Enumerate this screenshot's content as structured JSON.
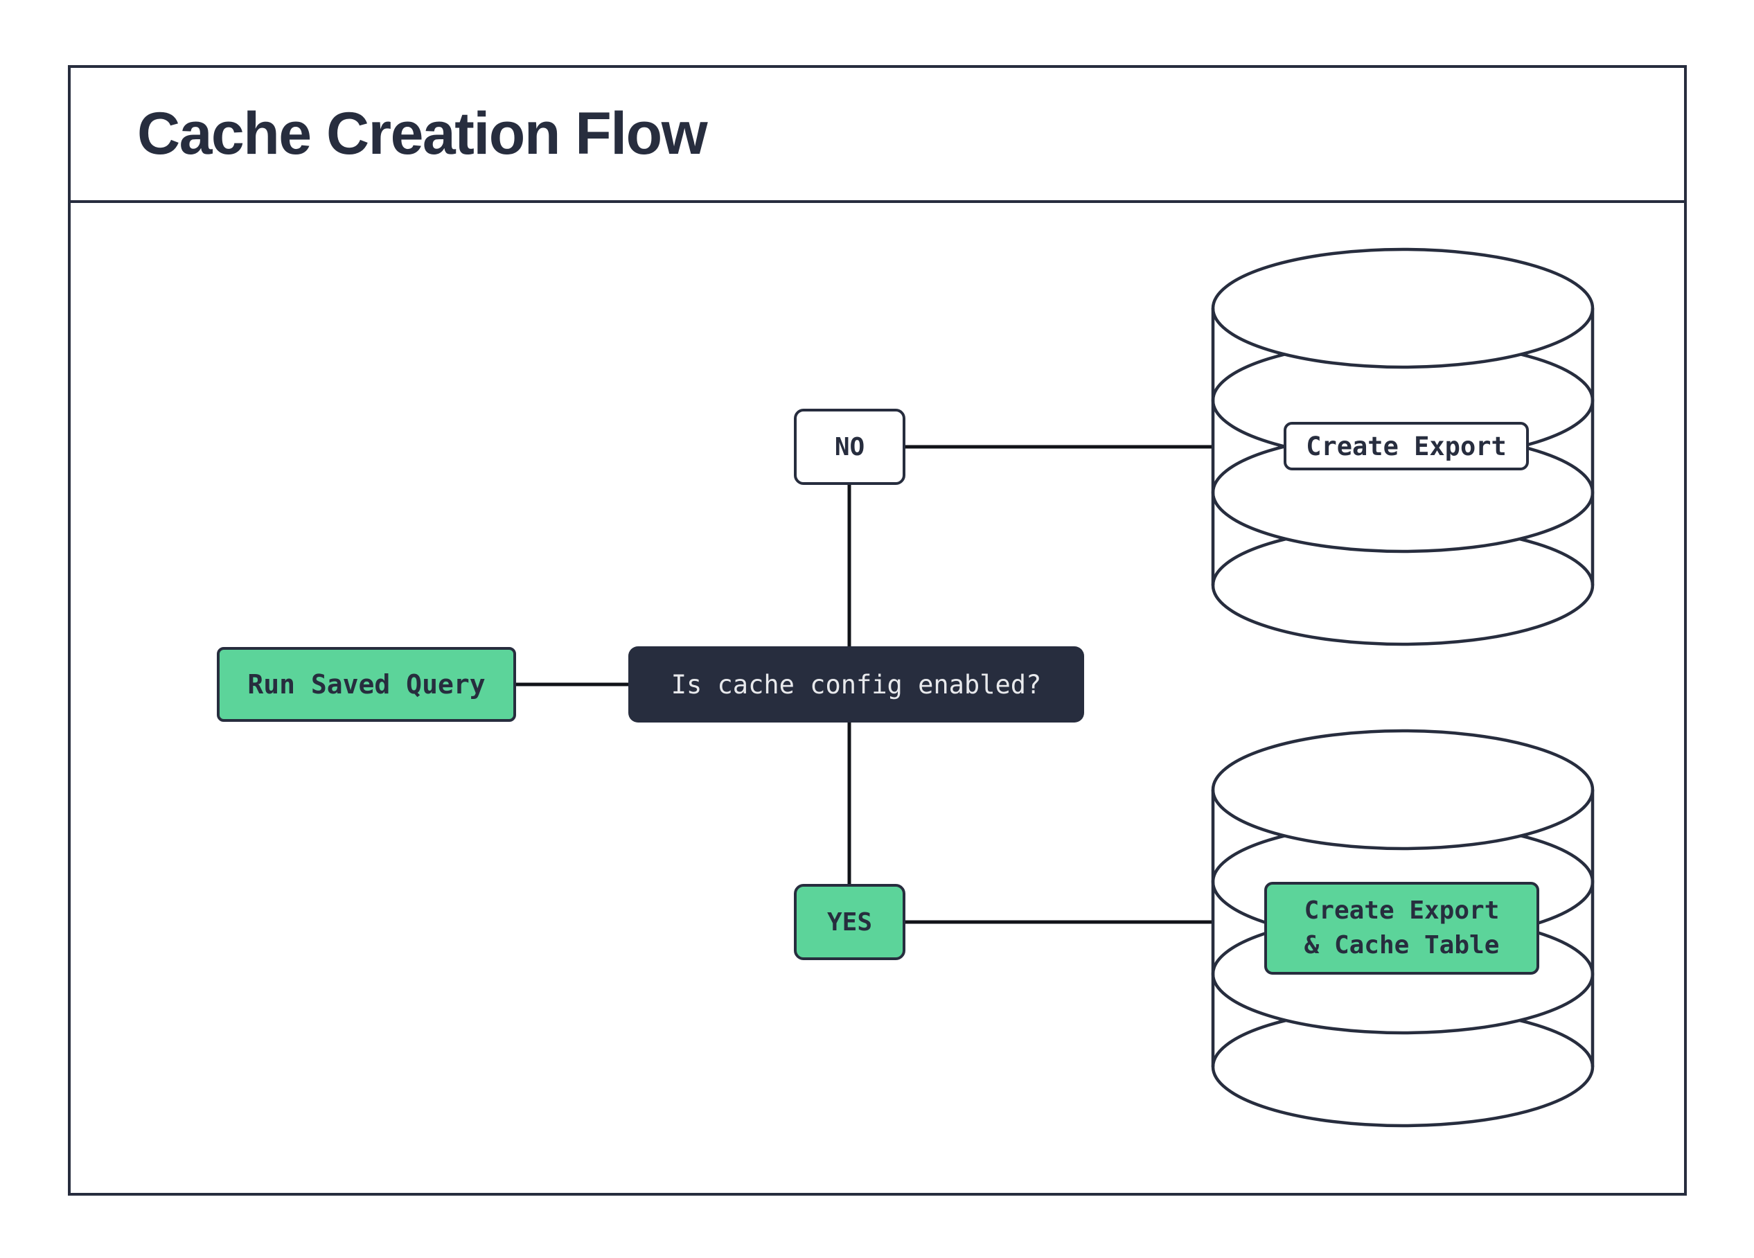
{
  "title": "Cache Creation Flow",
  "nodes": {
    "run_saved_query": {
      "label": "Run Saved Query"
    },
    "decision": {
      "label": "Is cache config enabled?"
    },
    "branch_no": {
      "label": "NO"
    },
    "branch_yes": {
      "label": "YES"
    },
    "export_label": {
      "label": "Create Export"
    },
    "export_cache_label": {
      "line1": "Create Export",
      "line2": "& Cache Table"
    }
  },
  "icons": {
    "top_database": "database-icon",
    "bottom_database": "database-icon"
  },
  "colors": {
    "ink": "#272d3e",
    "green": "#5cd49a",
    "connector": "#111318",
    "light_text": "#e8e9ec",
    "background": "#ffffff"
  }
}
